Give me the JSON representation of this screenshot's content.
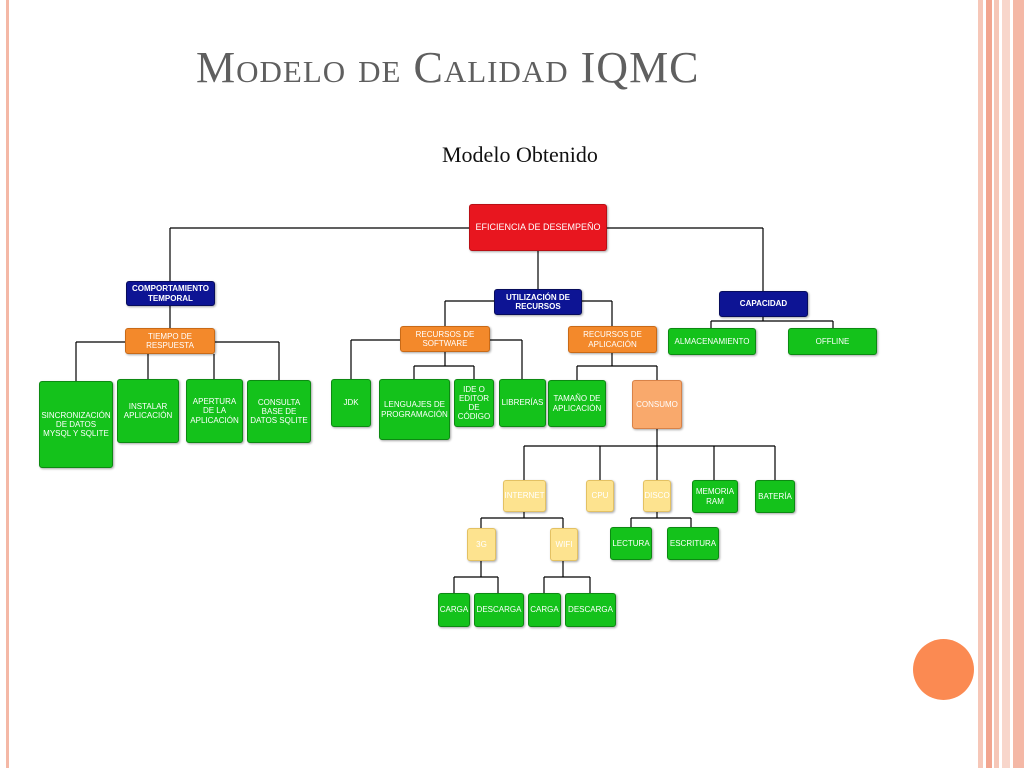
{
  "slide": {
    "title": "Modelo de Calidad IQMC",
    "subtitle": "Modelo Obtenido"
  },
  "diagram": {
    "root": "EFICIENCIA DE DESEMPEÑO",
    "comportamiento": "COMPORTAMIENTO TEMPORAL",
    "utilizacion": "UTILIZACIÓN DE RECURSOS",
    "capacidad": "CAPACIDAD",
    "tiempo_respuesta": "TIEMPO DE RESPUESTA",
    "recursos_software": "RECURSOS DE SOFTWARE",
    "recursos_aplicacion": "RECURSOS DE APLICACIÓN",
    "almacenamiento": "ALMACENAMIENTO",
    "offline": "OFFLINE",
    "sincronizacion": "SINCRONIZACIÓN DE DATOS MYSQL Y SQLITE",
    "instalar": "INSTALAR APLICACIÓN",
    "apertura": "APERTURA DE LA APLICACIÓN",
    "consulta": "CONSULTA BASE DE DATOS SQLITE",
    "jdk": "JDK",
    "lenguajes": "LENGUAJES DE PROGRAMACIÓN",
    "ide": "IDE O EDITOR DE CÓDIGO",
    "librerias": "LIBRERÍAS",
    "tamano": "TAMAÑO DE APLICACIÓN",
    "consumo": "CONSUMO",
    "internet": "INTERNET",
    "cpu": "CPU",
    "disco": "DISCO",
    "memoria": "MEMORIA RAM",
    "bateria": "BATERÍA",
    "g3": "3G",
    "wifi": "WIFI",
    "lectura": "LECTURA",
    "escritura": "ESCRITURA",
    "carga": "CARGA",
    "descarga": "DESCARGA"
  },
  "colors": {
    "root": "#e8161f",
    "level1": "#0d1494",
    "level2": "#f3892b",
    "leaf": "#14c21b",
    "consumo": "#f9a96c",
    "consumo_children": "#fde38f",
    "accent_circle": "#fb8a52",
    "stripes": "#f4b8a6"
  }
}
